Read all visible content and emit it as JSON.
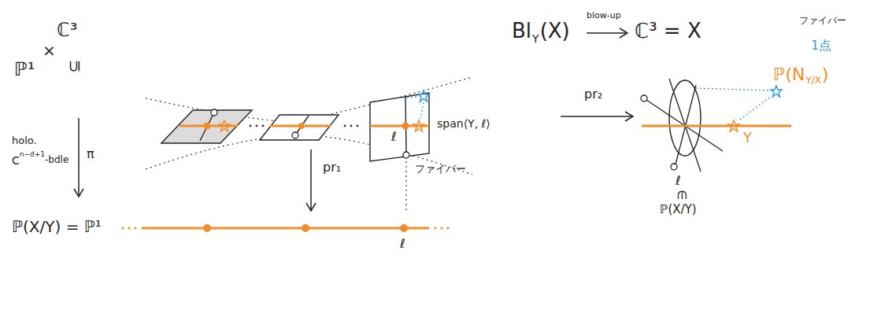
{
  "diagram": {
    "labels": [
      "ℙ¹",
      "×",
      "ℂ³",
      "⊆",
      "Bl",
      "Y",
      "(X)",
      "blow-up",
      "ℂ³ = X",
      "ファイバー",
      "1点",
      "ℙ(N",
      "Y/X",
      ")",
      "pr₂",
      "ℓ",
      "span⟨Y, ℓ⟩",
      "ファイバー",
      "Y",
      "ℓ",
      "∈",
      "ℙ(X/Y)",
      "holo.",
      "C",
      "n−d+1",
      "-bdle",
      "π",
      "pr₁",
      "ℙ(X/Y) = ℙ¹",
      "ℓ"
    ]
  }
}
